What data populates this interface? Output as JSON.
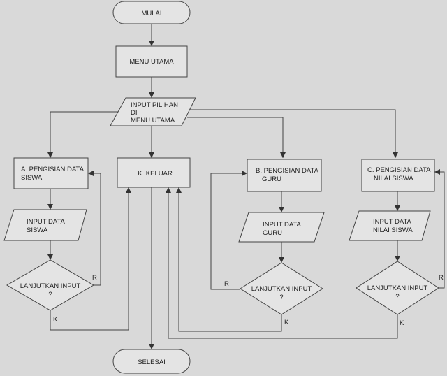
{
  "diagram": {
    "nodes": {
      "start": [
        "MULAI"
      ],
      "menu": [
        "MENU UTAMA"
      ],
      "input_choice": [
        "INPUT PILIHAN",
        "DI",
        "MENU UTAMA"
      ],
      "fill_a": [
        "A. PENGISIAN DATA",
        "SISWA"
      ],
      "exit_k": [
        "K. KELUAR"
      ],
      "fill_b": [
        "B. PENGISIAN DATA",
        "GURU"
      ],
      "fill_c": [
        "C. PENGISIAN DATA",
        "NILAI SISWA"
      ],
      "input_a": [
        "INPUT DATA",
        "SISWA"
      ],
      "input_b": [
        "INPUT DATA",
        "GURU"
      ],
      "input_c": [
        "INPUT DATA",
        "NILAI SISWA"
      ],
      "decision_a": [
        "LANJUTKAN INPUT",
        "?"
      ],
      "decision_b": [
        "LANJUTKAN INPUT",
        "?"
      ],
      "decision_c": [
        "LANJUTKAN INPUT",
        "?"
      ],
      "end": [
        "SELESAI"
      ]
    },
    "edge_labels": {
      "a_repeat": "R",
      "a_continue": "K",
      "b_repeat": "R",
      "b_continue": "K",
      "c_repeat": "R",
      "c_continue": "K"
    },
    "colors": {
      "background": "#d9d9d9",
      "shape_fill": "#e4e4e4",
      "stroke": "#444444",
      "text": "#222222"
    }
  }
}
